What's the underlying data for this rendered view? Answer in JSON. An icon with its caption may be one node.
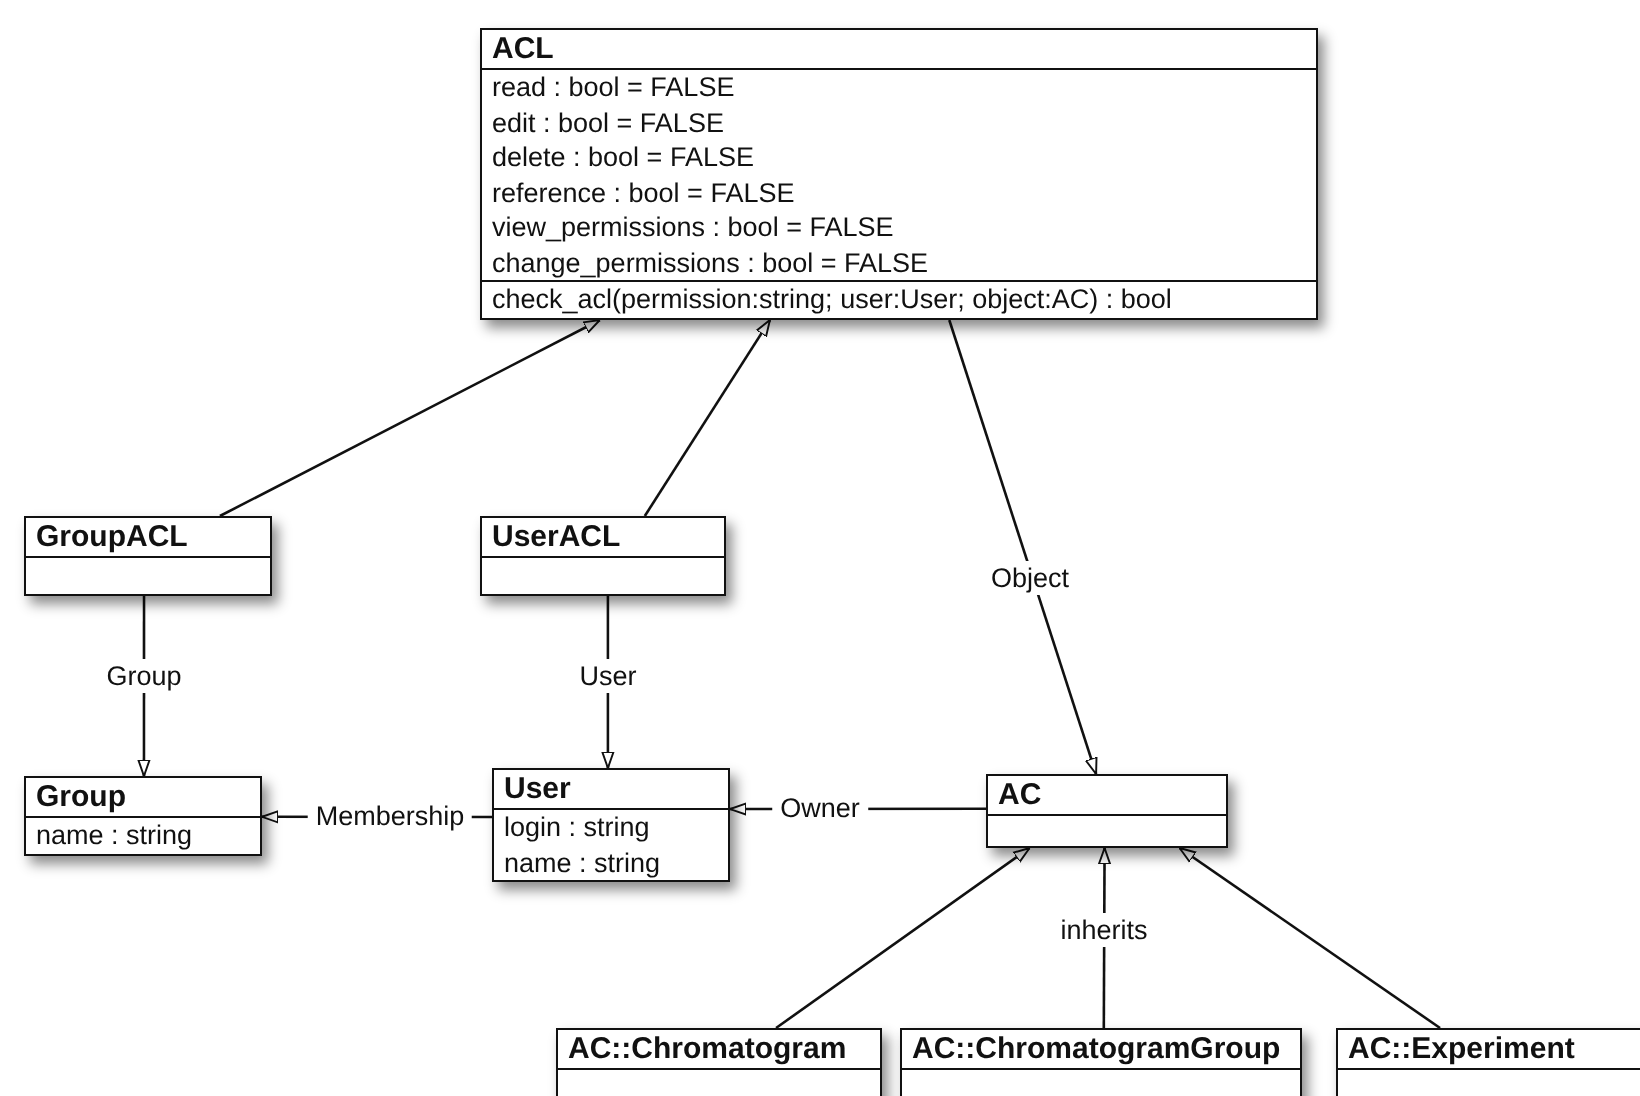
{
  "diagram": {
    "nodes": [
      {
        "text": [
          "ACL",
          "read : bool = FALSE",
          "edit : bool = FALSE",
          "delete : bool = FALSE",
          "reference : bool = FALSE",
          "view_permissions : bool = FALSE",
          "change_permissions : bool = FALSE",
          "check_acl(permission:string; user:User; object:AC) : bool"
        ]
      },
      {
        "text": [
          "GroupACL"
        ]
      },
      {
        "text": [
          "UserACL"
        ]
      },
      {
        "text": [
          "Group",
          "name : string"
        ]
      },
      {
        "text": [
          "User",
          "login : string",
          "name : string"
        ]
      },
      {
        "text": [
          "AC"
        ]
      },
      {
        "text": [
          "AC::Chromatogram"
        ]
      },
      {
        "text": [
          "AC::ChromatogramGroup"
        ]
      },
      {
        "text": [
          "AC::Experiment"
        ]
      }
    ],
    "edges": [
      {
        "from": 1,
        "to": 0,
        "arrow": "to"
      },
      {
        "from": 2,
        "to": 0,
        "arrow": "to"
      },
      {
        "from": 0,
        "to": 5,
        "arrow": "to",
        "label": "Object"
      },
      {
        "from": 1,
        "to": 3,
        "arrow": "to",
        "label": "Group"
      },
      {
        "from": 2,
        "to": 4,
        "arrow": "to",
        "label": "User"
      },
      {
        "from": 4,
        "to": 3,
        "arrow": "to",
        "label": "Membership"
      },
      {
        "from": 5,
        "to": 4,
        "arrow": "to",
        "label": "Owner"
      },
      {
        "from": 6,
        "to": 5,
        "arrow": "to"
      },
      {
        "from": 7,
        "to": 5,
        "arrow": "to",
        "label": "inherits"
      },
      {
        "from": 8,
        "to": 5,
        "arrow": "to"
      }
    ]
  }
}
